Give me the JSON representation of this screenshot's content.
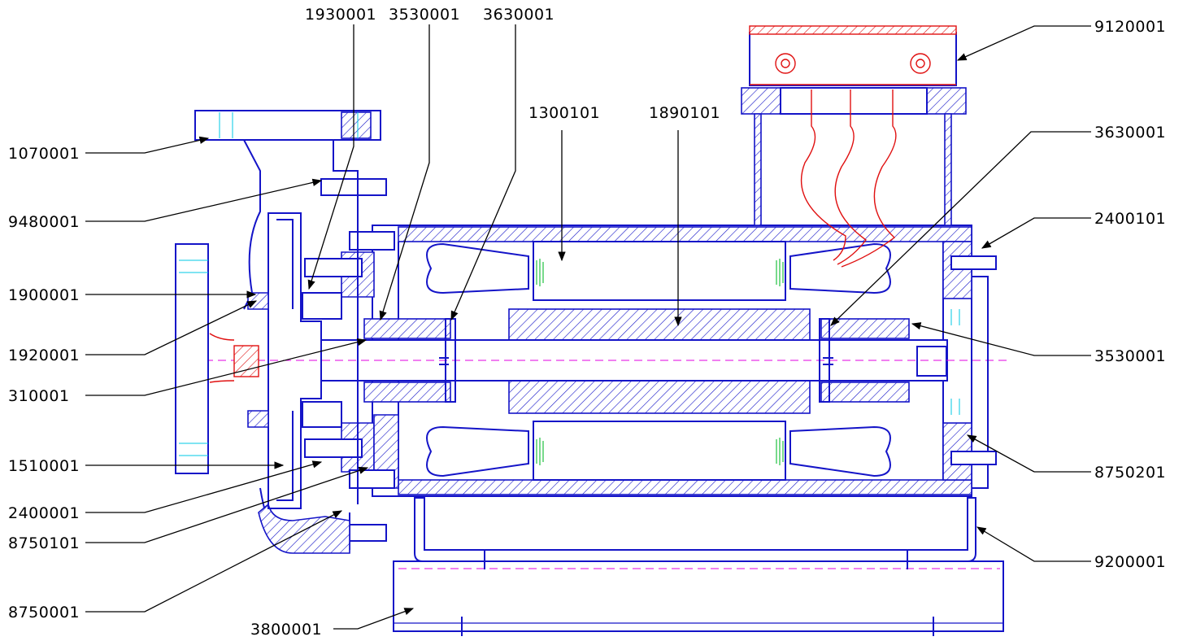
{
  "labels_left": [
    {
      "id": "lbl-1070001",
      "text": "1070001"
    },
    {
      "id": "lbl-9480001",
      "text": "9480001"
    },
    {
      "id": "lbl-1900001",
      "text": "1900001"
    },
    {
      "id": "lbl-1920001",
      "text": "1920001"
    },
    {
      "id": "lbl-310001",
      "text": "310001"
    },
    {
      "id": "lbl-1510001",
      "text": "1510001"
    },
    {
      "id": "lbl-2400001",
      "text": "2400001"
    },
    {
      "id": "lbl-8750101",
      "text": "8750101"
    },
    {
      "id": "lbl-8750001",
      "text": "8750001"
    },
    {
      "id": "lbl-3800001",
      "text": "3800001"
    }
  ],
  "labels_top": [
    {
      "id": "lbl-1930001",
      "text": "1930001"
    },
    {
      "id": "lbl-3530001-top",
      "text": "3530001"
    },
    {
      "id": "lbl-3630001-top",
      "text": "3630001"
    },
    {
      "id": "lbl-1300101",
      "text": "1300101"
    },
    {
      "id": "lbl-1890101",
      "text": "1890101"
    }
  ],
  "labels_right": [
    {
      "id": "lbl-9120001",
      "text": "9120001"
    },
    {
      "id": "lbl-3630001-right",
      "text": "3630001"
    },
    {
      "id": "lbl-2400101",
      "text": "2400101"
    },
    {
      "id": "lbl-3530001-right",
      "text": "3530001"
    },
    {
      "id": "lbl-8750201",
      "text": "8750201"
    },
    {
      "id": "lbl-9200001",
      "text": "9200001"
    }
  ]
}
